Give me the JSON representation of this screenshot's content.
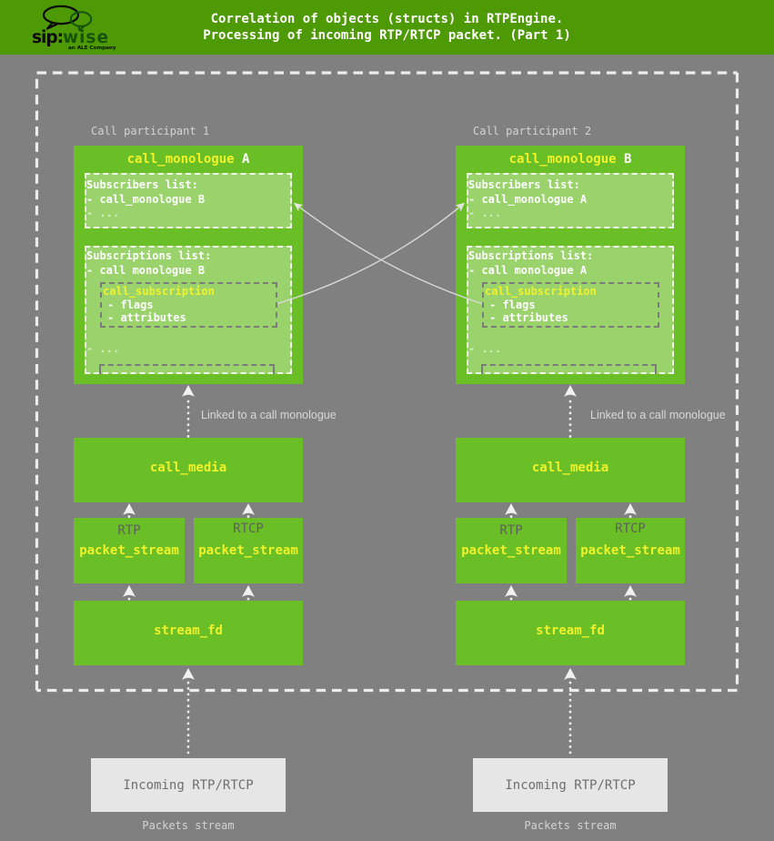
{
  "header": {
    "title_line1": "Correlation of objects (structs) in RTPEngine.",
    "title_line2": "Processing of incoming RTP/RTCP packet. (Part 1)",
    "logo": {
      "sip": "sip:",
      "wise": "wise",
      "tagline": "an ALE Company"
    }
  },
  "colors": {
    "page_background": "#808080",
    "header_background": "#4d9a04",
    "box_green": "#6abe26",
    "yellow_text": "#f0f22b",
    "white_text": "#ffffff",
    "light_gray_text": "#d3d3d3",
    "dark_gray_text": "#5f5f5f",
    "incoming_box_background": "#e6e6e6"
  },
  "participants": [
    {
      "label": "Call participant 1",
      "monologue": {
        "title_main": "call_monologue",
        "title_suffix": " A",
        "subscribers": {
          "title": "Subscribers list:",
          "item": "- call_monologue B",
          "ellipsis": "- ..."
        },
        "subscriptions": {
          "title": "Subscriptions list:",
          "item": "- call monologue B",
          "subscription": {
            "title": "call_subscription",
            "field1": "- flags",
            "field2": "- attributes"
          },
          "ellipsis": "- ..."
        }
      },
      "linked_label": "Linked to a call monologue",
      "call_media_label": "call_media",
      "packet_stream_rtp": {
        "protocol": "RTP",
        "label": "packet_stream"
      },
      "packet_stream_rtcp": {
        "protocol": "RTCP",
        "label": "packet_stream"
      },
      "stream_fd_label": "stream_fd",
      "incoming_label": "Incoming RTP/RTCP",
      "packets_stream_label": "Packets stream"
    },
    {
      "label": "Call participant 2",
      "monologue": {
        "title_main": "call_monologue",
        "title_suffix": " B",
        "subscribers": {
          "title": "Subscribers list:",
          "item": "- call_monologue A",
          "ellipsis": "- ..."
        },
        "subscriptions": {
          "title": "Subscriptions list:",
          "item": "- call monologue A",
          "subscription": {
            "title": "call_subscription",
            "field1": "- flags",
            "field2": "- attributes"
          },
          "ellipsis": "- ..."
        }
      },
      "linked_label": "Linked to a call monologue",
      "call_media_label": "call_media",
      "packet_stream_rtp": {
        "protocol": "RTP",
        "label": "packet_stream"
      },
      "packet_stream_rtcp": {
        "protocol": "RTCP",
        "label": "packet_stream"
      },
      "stream_fd_label": "stream_fd",
      "incoming_label": "Incoming RTP/RTCP",
      "packets_stream_label": "Packets stream"
    }
  ]
}
